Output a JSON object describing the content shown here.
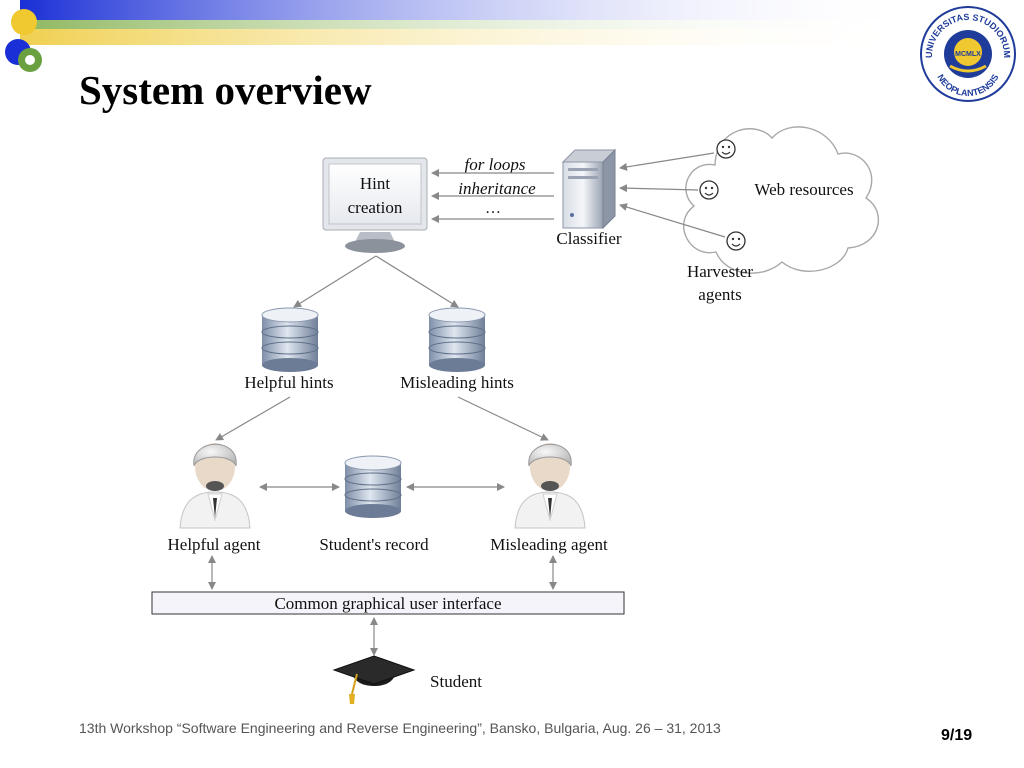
{
  "slide": {
    "title": "System overview",
    "footer": "13th Workshop “Software Engineering and Reverse Engineering”, Bansko, Bulgaria, Aug. 26 – 31, 2013",
    "page": "9/19",
    "logo_text": "UNIVERSITAS STUDIORUM NEOPLANTENSIS",
    "logo_sub": "MCMLX"
  },
  "diagram": {
    "monitor_line1": "Hint",
    "monitor_line2": "creation",
    "topic1": "for loops",
    "topic2": "inheritance",
    "topic3": "…",
    "classifier": "Classifier",
    "web_resources": "Web resources",
    "harvester_line1": "Harvester",
    "harvester_line2": "agents",
    "helpful_hints": "Helpful hints",
    "misleading_hints": "Misleading hints",
    "helpful_agent": "Helpful agent",
    "students_record": "Student's record",
    "misleading_agent": "Misleading agent",
    "gui": "Common graphical user interface",
    "student": "Student"
  },
  "colors": {
    "header_blue": "#2233cc",
    "header_gold": "#e8c840",
    "header_green": "#7aa84a",
    "arrow": "#888888"
  }
}
